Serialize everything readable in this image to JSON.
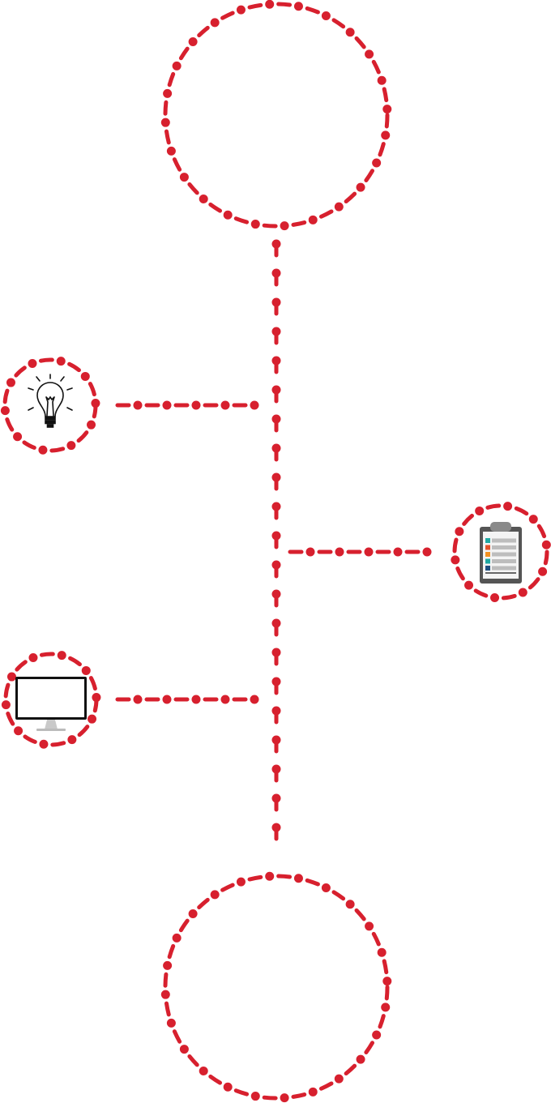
{
  "colors": {
    "accent": "#d7202e",
    "icon_stroke": "#111111"
  },
  "nodes": [
    {
      "id": "top-circle",
      "icon": ""
    },
    {
      "id": "idea",
      "icon": "lightbulb-icon"
    },
    {
      "id": "checklist",
      "icon": "clipboard-icon"
    },
    {
      "id": "computer",
      "icon": "monitor-icon"
    },
    {
      "id": "bottom-circle",
      "icon": ""
    }
  ],
  "clipboard_row_colors": [
    "#1fa9a3",
    "#e2522b",
    "#f39221",
    "#1fa9a3",
    "#1f4f80"
  ]
}
